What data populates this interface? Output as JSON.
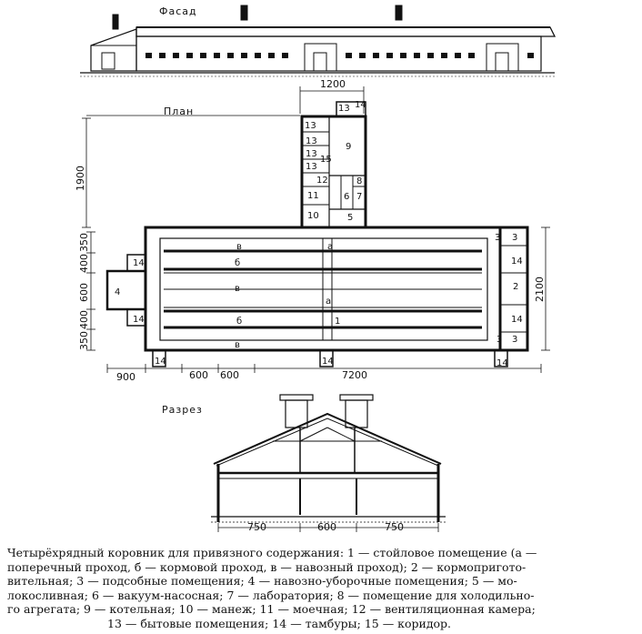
{
  "headings": {
    "facade": "Фасад",
    "plan": "План",
    "section": "Разрез"
  },
  "dimensions": {
    "annex_width": "1200",
    "annex_length": "1900",
    "total_width": "2100",
    "left_stack": [
      "350",
      "400",
      "600",
      "400",
      "350"
    ],
    "left_extent": "900",
    "bay_a": "600",
    "bay_b": "600",
    "total_length": "7200",
    "section_left": "750",
    "section_mid": "600",
    "section_right": "750"
  },
  "room_marks": {
    "r1": "1",
    "r2": "2",
    "r3": "3",
    "r4": "4",
    "r5": "5",
    "r6": "6",
    "r7": "7",
    "r8": "8",
    "r9": "9",
    "r10": "10",
    "r11": "11",
    "r12": "12",
    "r13": "13",
    "r14": "14",
    "r15": "15",
    "a": "a",
    "b": "б",
    "v": "в"
  },
  "caption": [
    "Четырёхрядный коровник для привязного содержания: 1 — стойловое помещение (а —",
    "поперечный проход, б — кормовой проход, в — навозный проход); 2 — кормопригото-",
    "вительная; 3 — подсобные помещения; 4 — навозно-уборочные помещения; 5 — мо-",
    "локосливная; 6 — вакуум-насосная; 7 — лаборатория; 8 — помещение для холодильно-",
    "го агрегата; 9 — котельная; 10 — манеж; 11 — моечная; 12 — вентиляционная камера;",
    "13 — бытовые помещения; 14 — тамбуры; 15 — коридор."
  ]
}
